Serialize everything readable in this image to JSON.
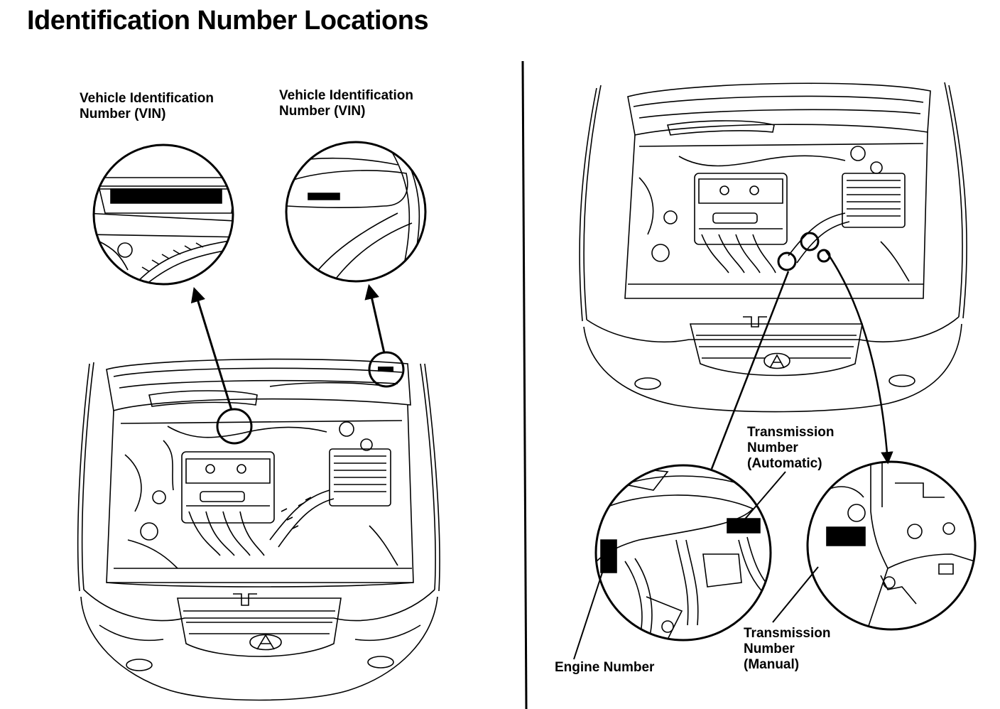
{
  "title": "Identification Number Locations",
  "labels": {
    "vin_left": [
      "Vehicle Identification",
      "Number (VIN)"
    ],
    "vin_right": [
      "Vehicle Identification",
      "Number (VIN)"
    ],
    "trans_auto": [
      "Transmission",
      "Number",
      "(Automatic)"
    ],
    "trans_manual": [
      "Transmission",
      "Number",
      "(Manual)"
    ],
    "engine": [
      "Engine Number"
    ]
  },
  "colors": {
    "ink": "#000000",
    "paper": "#ffffff"
  }
}
